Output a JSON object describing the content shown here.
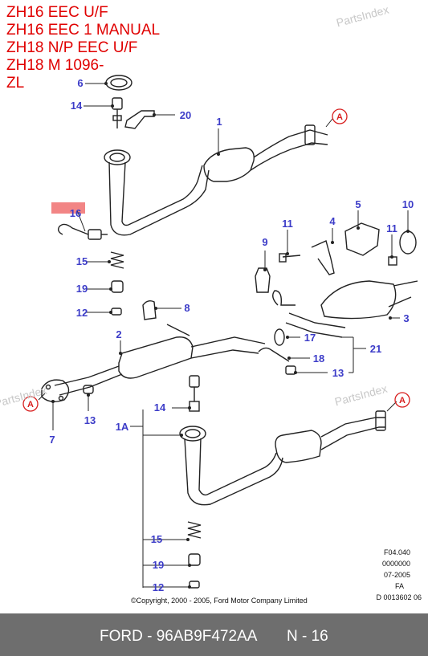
{
  "header": {
    "lines": [
      "ZH16 EEC U/F",
      "ZH16 EEC 1 MANUAL",
      "ZH18 N/P EEC U/F",
      "ZH18 M 1096-",
      "ZL"
    ]
  },
  "watermark": "PartsIndex",
  "colors": {
    "header_red": "#e00000",
    "callout_blue": "#3c3cc8",
    "ref_red": "#d82020",
    "highlight": "#f07070",
    "footer_bg": "#6e6e6e"
  },
  "callouts": {
    "c1": "1",
    "c1a": "1A",
    "c2": "2",
    "c3": "3",
    "c4": "4",
    "c5": "5",
    "c6": "6",
    "c7": "7",
    "c8": "8",
    "c9": "9",
    "c10": "10",
    "c11a": "11",
    "c11b": "11",
    "c12a": "12",
    "c12b": "12",
    "c13a": "13",
    "c13b": "13",
    "c14a": "14",
    "c14b": "14",
    "c15a": "15",
    "c15b": "15",
    "c16": "16",
    "c17": "17",
    "c18": "18",
    "c19a": "19",
    "c19b": "19",
    "c20": "20",
    "c21": "21"
  },
  "refs": {
    "a1": "A",
    "a2": "A",
    "a3": "A"
  },
  "info_block": {
    "l1": "F04.040",
    "l2": "0000000",
    "l3": "07-2005",
    "l4": "FA",
    "l5": "D 0013602 06"
  },
  "copyright": "©Copyright, 2000 - 2005, Ford Motor Company Limited",
  "footer": {
    "part_number": "FORD - 96AB9F472AA",
    "page": "N - 16"
  }
}
